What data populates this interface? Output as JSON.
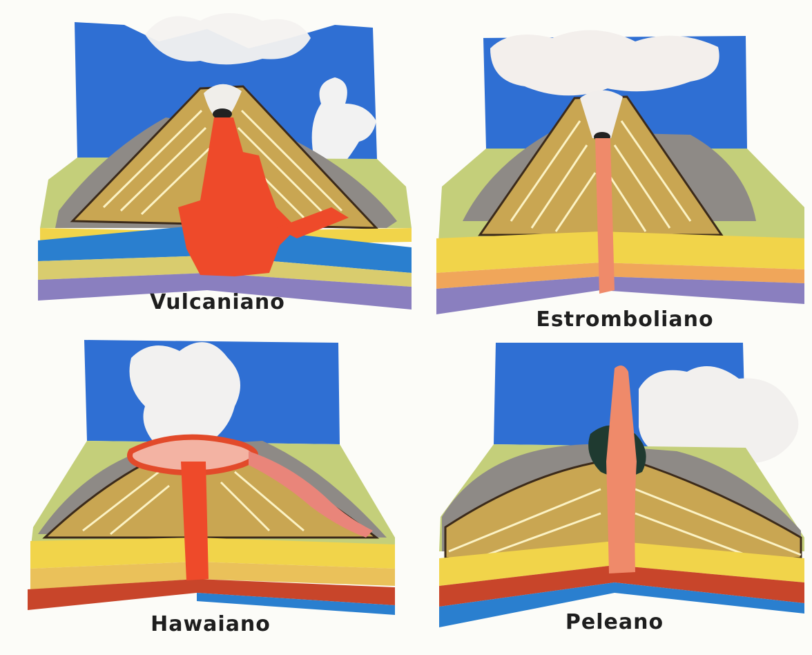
{
  "diagram": {
    "panels": [
      {
        "id": "vulcaniano",
        "label": "Vulcaniano"
      },
      {
        "id": "estromboliano",
        "label": "Estromboliano"
      },
      {
        "id": "hawaiano",
        "label": "Hawaiano"
      },
      {
        "id": "peleano",
        "label": "Peleano"
      }
    ]
  },
  "colors": {
    "sky": "#2f6fd3",
    "lava": "#ee4a2a",
    "cone": "#c9a652",
    "rock_gray": "#8e8a86",
    "layer_yellow": "#f1d44a",
    "layer_blue": "#2a7fcf",
    "layer_purple": "#8a7fbf",
    "layer_red": "#c8452a",
    "grass": "#c4cf7a"
  }
}
